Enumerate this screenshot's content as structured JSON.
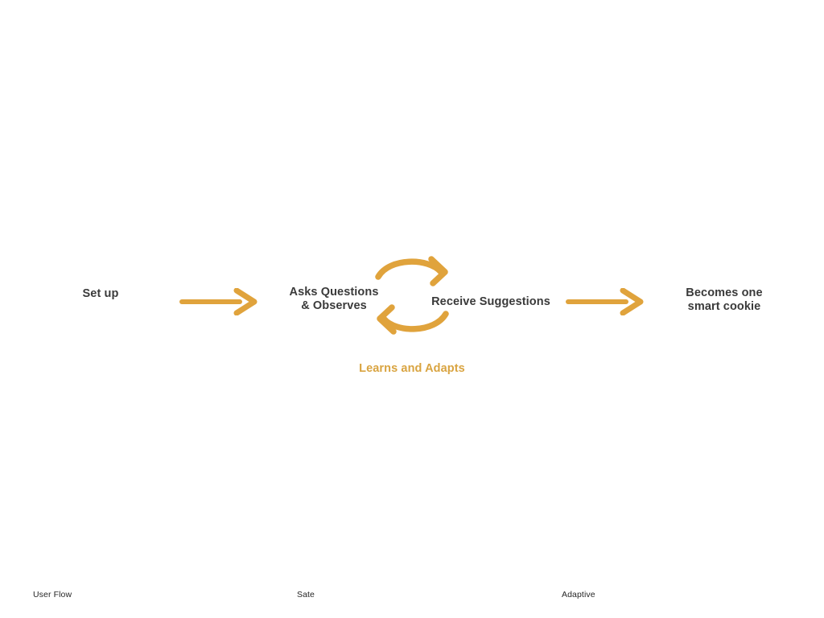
{
  "slide": {
    "background_color": "#ffffff",
    "accent_color": "#e0a33c",
    "caption_color": "#d9a441",
    "text_color": "#3a3a3a"
  },
  "flow": {
    "nodes": [
      {
        "id": "set-up",
        "label": "Set up"
      },
      {
        "id": "asks-questions",
        "label": "Asks Questions\n& Observes"
      },
      {
        "id": "receive-suggestions",
        "label": "Receive Suggestions"
      },
      {
        "id": "becomes-smart-cookie",
        "label": "Becomes one\nsmart cookie"
      }
    ],
    "connectors": [
      {
        "id": "arrow-setup-to-asks",
        "icon": "right-arrow-icon"
      },
      {
        "id": "arrow-receive-to-becomes",
        "icon": "right-arrow-icon"
      }
    ],
    "cycle": {
      "top_arrow_icon": "curved-arrow-clockwise-icon",
      "bottom_arrow_icon": "curved-arrow-counterclockwise-icon",
      "caption": "Learns and Adapts"
    }
  },
  "footer": {
    "items": [
      {
        "id": "user-flow",
        "label": "User Flow"
      },
      {
        "id": "sate",
        "label": "Sate"
      },
      {
        "id": "adaptive",
        "label": "Adaptive"
      }
    ]
  }
}
